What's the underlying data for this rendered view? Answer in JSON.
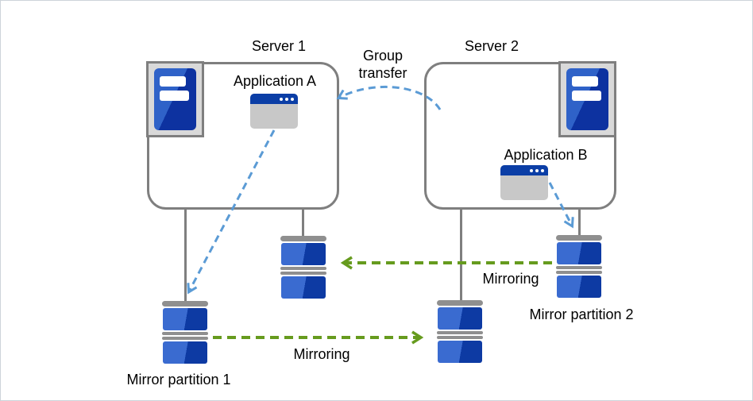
{
  "servers": [
    {
      "label": "Server 1",
      "app_label": "Application A"
    },
    {
      "label": "Server 2",
      "app_label": "Application B"
    }
  ],
  "labels": {
    "group_transfer": "Group transfer",
    "mirroring_top": "Mirroring",
    "mirroring_bottom": "Mirroring",
    "mirror_partition_1": "Mirror partition 1",
    "mirror_partition_2": "Mirror partition 2"
  },
  "icons": {
    "server_tower": "server-tower-icon",
    "app_window": "app-window-icon",
    "disk_stack": "disk-stack-icon",
    "arrow_chevron": "open-chevron-arrowhead"
  },
  "colors": {
    "box_border_gray": "#7F7F7F",
    "connector_gray": "#7F7F7F",
    "icon_frame_gray": "#D9D9D9",
    "cap_gray": "#8F8F8F",
    "disk_blue_light": "#3A6BD0",
    "disk_blue_dark": "#0D3AA3",
    "tower_blue_light": "#2F62C8",
    "tower_blue_dark": "#0D32A0",
    "app_titlebar_blue": "#0B3EA6",
    "app_body_gray": "#C8C8C8",
    "arrow_blue": "#5B9BD5",
    "arrow_green": "#669B1E"
  }
}
